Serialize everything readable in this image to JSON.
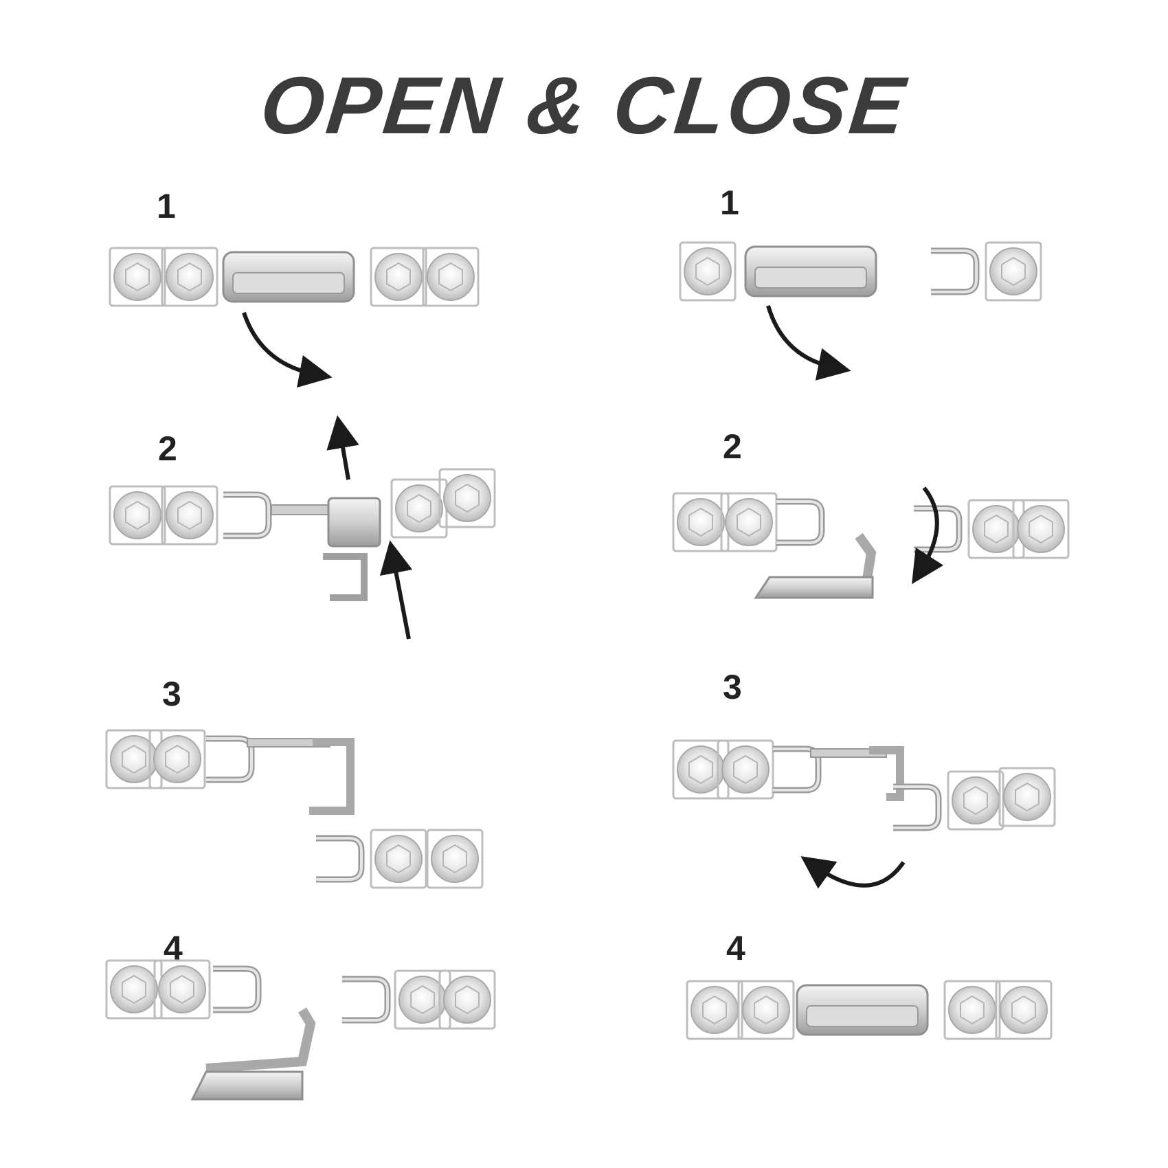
{
  "title": "OPEN & CLOSE",
  "open_steps": [
    "1",
    "2",
    "3",
    "4"
  ],
  "close_steps": [
    "1",
    "2",
    "3",
    "4"
  ],
  "colors": {
    "title": "#3b3b3b",
    "number": "#222222",
    "arrow": "#1a1a1a",
    "silver": "#c9c9c9",
    "gem": "#e8e8e8"
  }
}
